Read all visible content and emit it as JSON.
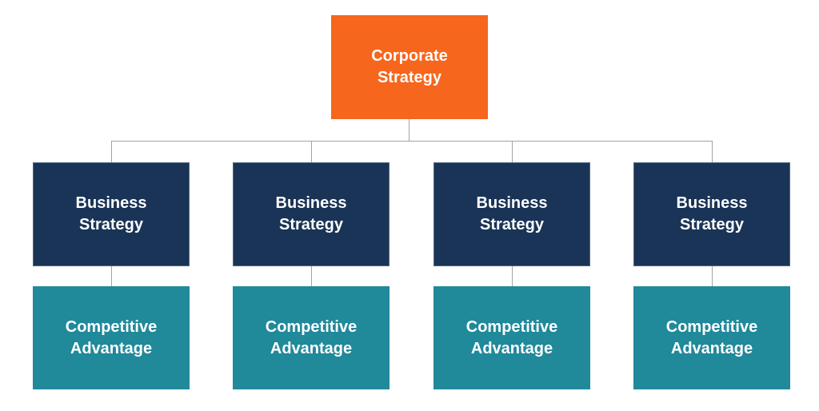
{
  "diagram": {
    "root_node": {
      "label": "Corporate\nStrategy"
    },
    "columns": [
      {
        "business_label": "Business\nStrategy",
        "advantage_label": "Competitive\nAdvantage"
      },
      {
        "business_label": "Business\nStrategy",
        "advantage_label": "Competitive\nAdvantage"
      },
      {
        "business_label": "Business\nStrategy",
        "advantage_label": "Competitive\nAdvantage"
      },
      {
        "business_label": "Business\nStrategy",
        "advantage_label": "Competitive\nAdvantage"
      }
    ],
    "colors": {
      "root_fill": "#F6661D",
      "business_fill": "#1A3457",
      "advantage_fill": "#20899A",
      "connector": "#A3A3A3",
      "label_text": "#FFFFFF",
      "background": "#FFFFFF"
    }
  }
}
